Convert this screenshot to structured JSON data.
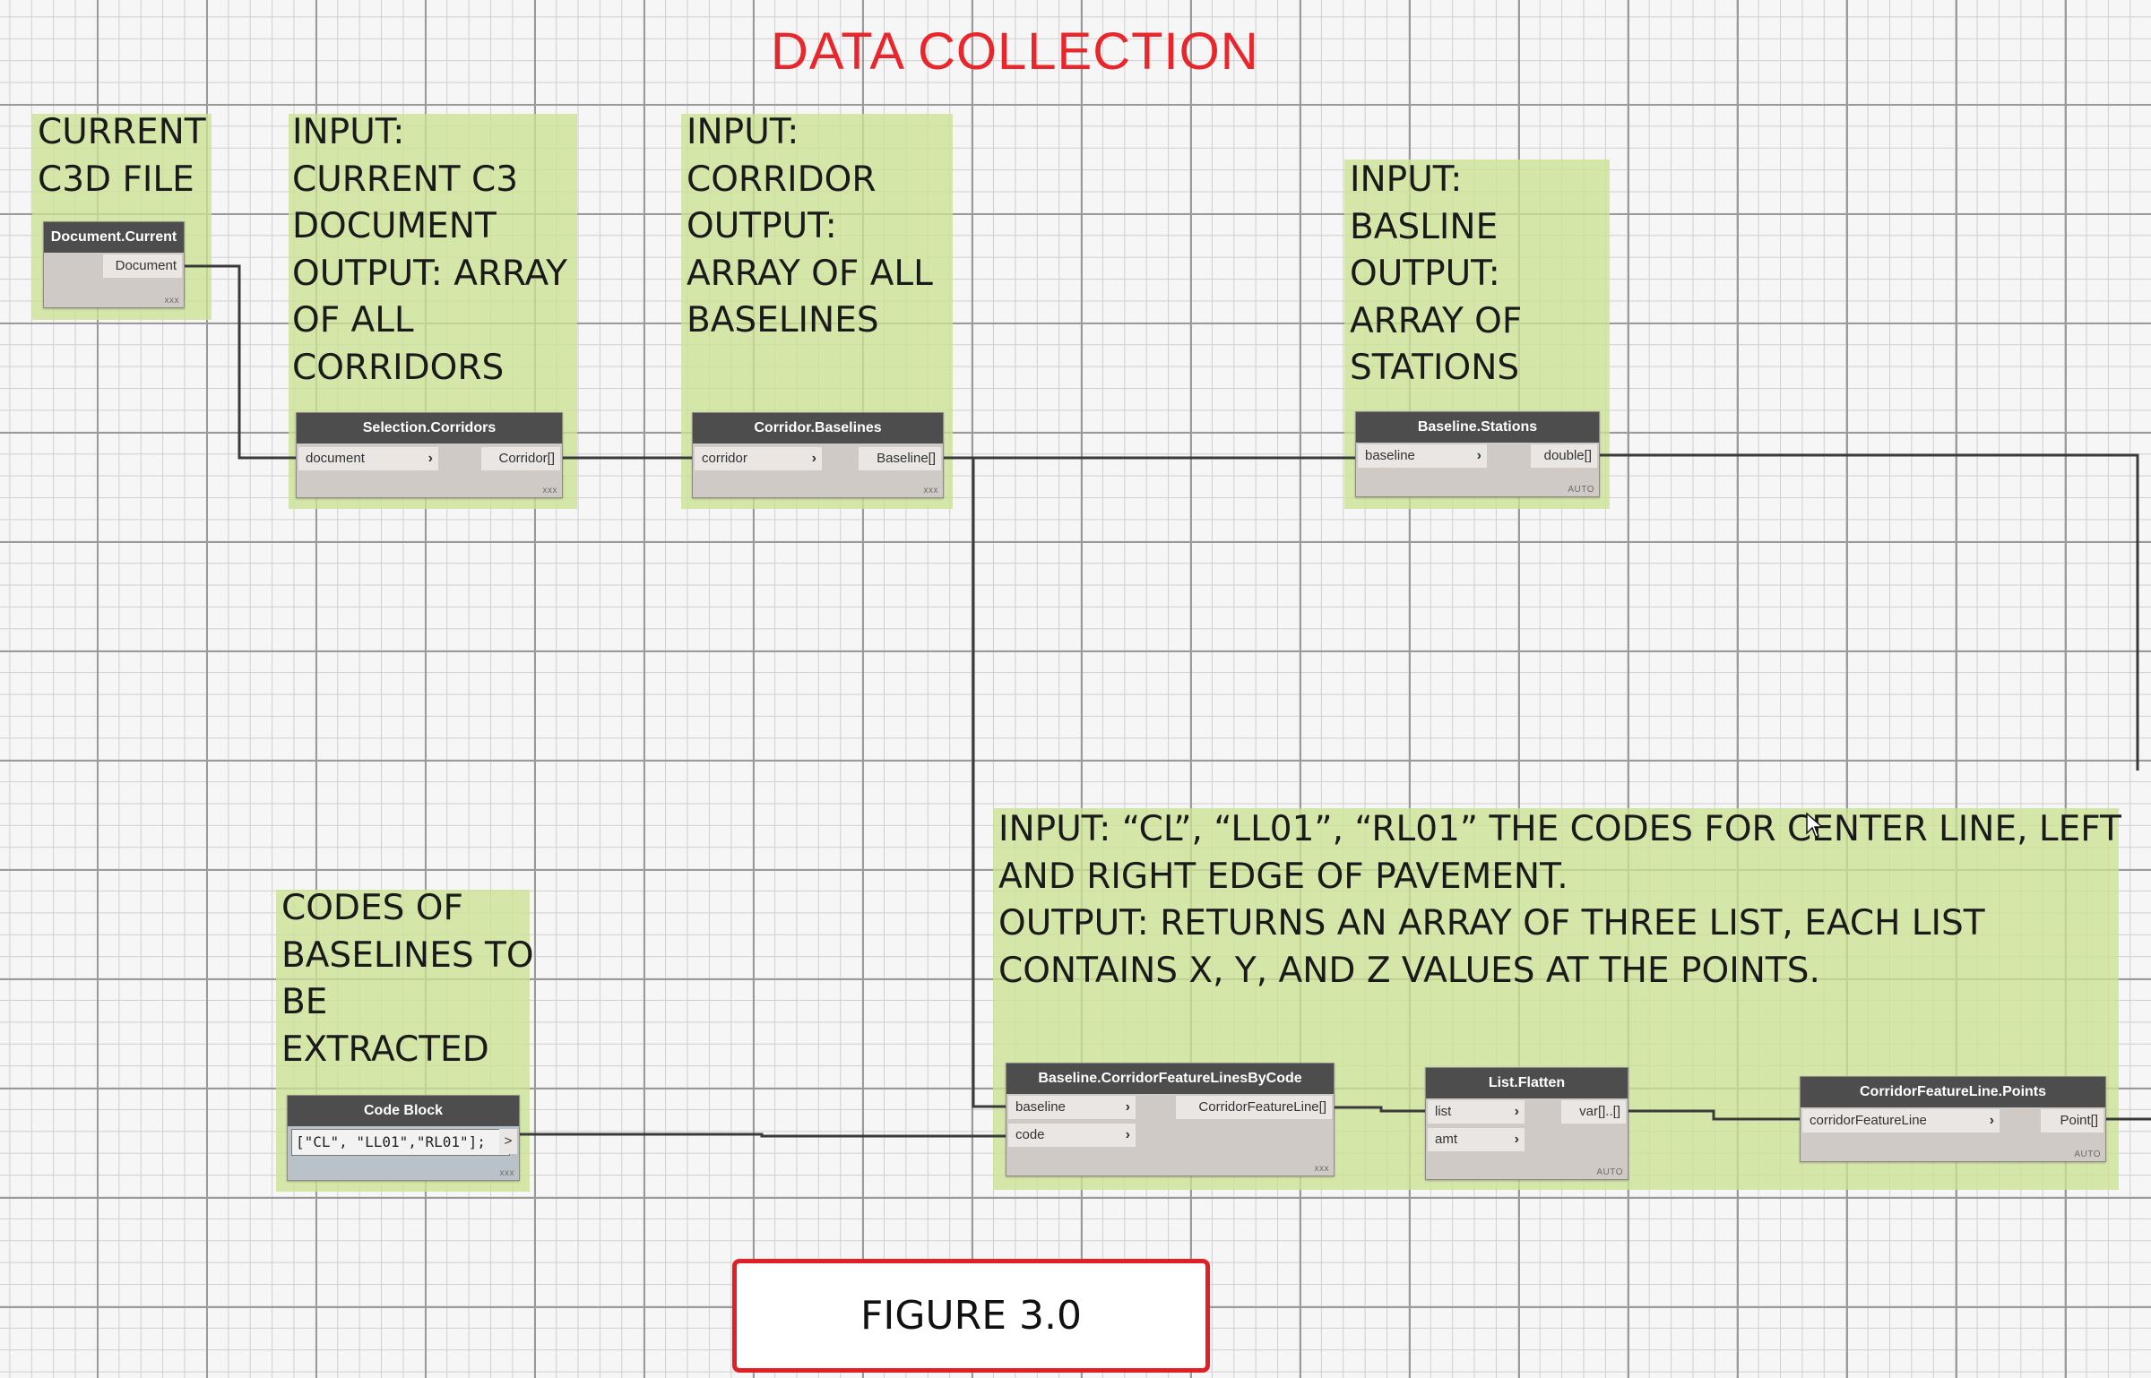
{
  "title": "DATA COLLECTION",
  "figure_label": "FIGURE 3.0",
  "notes": {
    "current_file": "CURRENT\nC3D FILE",
    "selection_corridors": "INPUT:\nCURRENT C3\nDOCUMENT\nOUTPUT: ARRAY\nOF ALL\nCORRIDORS",
    "corridor_baselines": "INPUT:\nCORRIDOR\nOUTPUT:\nARRAY OF ALL\nBASELINES",
    "baseline_stations": "INPUT:\nBASLINE\nOUTPUT:\nARRAY OF\nSTATIONS",
    "codes": "CODES OF\nBASELINES TO\nBE\nEXTRACTED",
    "feature_lines": "INPUT: “CL”, “LL01”, “RL01” THE CODES FOR CENTER LINE, LEFT\nAND RIGHT EDGE OF PAVEMENT.\nOUTPUT: RETURNS AN ARRAY OF THREE LIST, EACH LIST\nCONTAINS X, Y, AND Z VALUES AT THE POINTS."
  },
  "nodes": {
    "document_current": {
      "title": "Document.Current",
      "outputs": [
        "Document"
      ],
      "lacing": "xxx"
    },
    "selection_corridors": {
      "title": "Selection.Corridors",
      "inputs": [
        "document"
      ],
      "outputs": [
        "Corridor[]"
      ],
      "lacing": "xxx"
    },
    "corridor_baselines": {
      "title": "Corridor.Baselines",
      "inputs": [
        "corridor"
      ],
      "outputs": [
        "Baseline[]"
      ],
      "lacing": "xxx"
    },
    "baseline_stations": {
      "title": "Baseline.Stations",
      "inputs": [
        "baseline"
      ],
      "outputs": [
        "double[]"
      ],
      "lacing": "AUTO"
    },
    "code_block": {
      "title": "Code Block",
      "code": "[\"CL\", \"LL01\",\"RL01\"];",
      "output_glyph": ">",
      "lacing": "xxx"
    },
    "feature_lines_by_code": {
      "title": "Baseline.CorridorFeatureLinesByCode",
      "inputs": [
        "baseline",
        "code"
      ],
      "outputs": [
        "CorridorFeatureLine[]"
      ],
      "lacing": "xxx"
    },
    "list_flatten": {
      "title": "List.Flatten",
      "inputs": [
        "list",
        "amt"
      ],
      "outputs": [
        "var[]..[]"
      ],
      "lacing": "AUTO"
    },
    "feature_line_points": {
      "title": "CorridorFeatureLine.Points",
      "inputs": [
        "corridorFeatureLine"
      ],
      "outputs": [
        "Point[]"
      ],
      "lacing": "AUTO"
    }
  },
  "colors": {
    "title": "#e8262b",
    "group_fill": "#cce294",
    "node_header": "#4d4d4d",
    "node_body": "#cfcac5",
    "figure_border": "#e02025"
  }
}
